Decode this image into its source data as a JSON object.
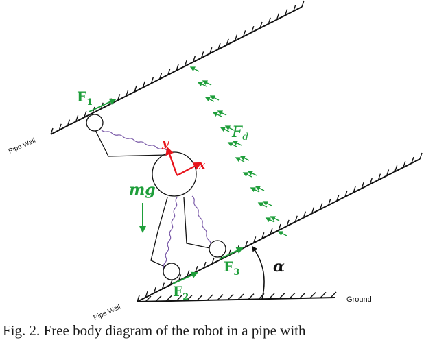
{
  "labels": {
    "pipe_wall_top": "Pipe Wall",
    "pipe_wall_bottom": "Pipe Wall",
    "ground": "Ground",
    "F1": "F",
    "F1_sub": "1",
    "F2": "F",
    "F2_sub": "2",
    "F3": "F",
    "F3_sub": "3",
    "Fd": "F",
    "Fd_sub": "d",
    "mg": "mg",
    "axis_y": "y",
    "axis_x": "x",
    "alpha": "α"
  },
  "caption": "Fig. 2. Free body diagram of the robot in a pipe with",
  "colors": {
    "force": "#1e9e3a",
    "axes": "#e8141c",
    "spring": "#7a5aa8",
    "line": "#111111"
  }
}
